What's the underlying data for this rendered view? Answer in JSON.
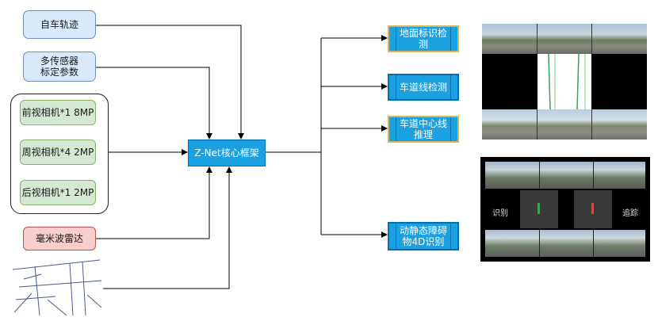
{
  "inputs": {
    "ego_trajectory": "自车轨迹",
    "multi_sensor_calib": "多传感器\n标定参数",
    "cameras": {
      "front": "前视相机*1 8MP",
      "surround": "周视相机*4 2MP",
      "rear": "后视相机*1 2MP"
    },
    "radar": "毫米波雷达"
  },
  "core": "Z-Net核心框架",
  "outputs": {
    "ground_marking": "地面标识检\n测",
    "lane_line": "车道线检测",
    "lane_center": "车道中心线\n推理",
    "dynamic_static": "动静态障碍\n物4D识别"
  },
  "panel_labels": {
    "left": "识别",
    "right": "追踪"
  },
  "colors": {
    "input_fill": "#dae8fc",
    "camera_fill": "#d5e8d4",
    "radar_fill": "#f8cecc",
    "core_fill": "#1ba1e2",
    "output_border": "#d6b656"
  }
}
